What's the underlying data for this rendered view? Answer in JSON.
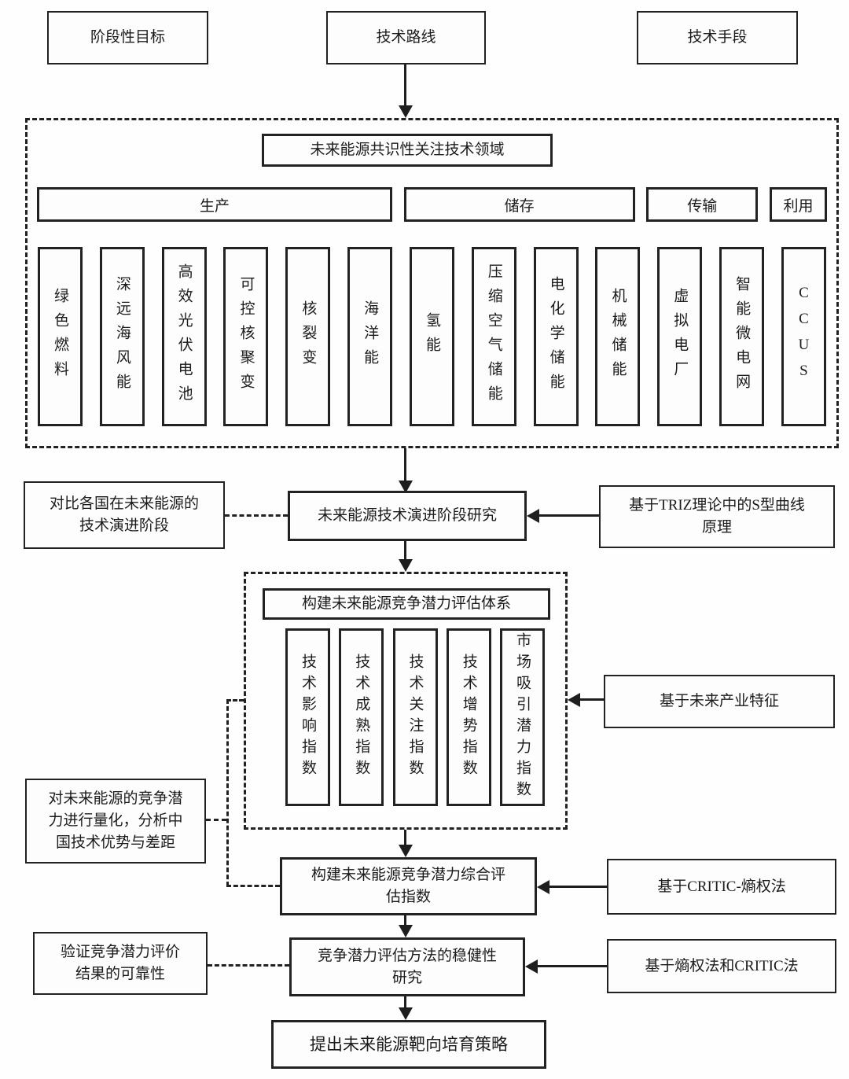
{
  "top_row": {
    "stage_goal": "阶段性目标",
    "tech_route": "技术路线",
    "tech_means": "技术手段"
  },
  "consensus": {
    "title": "未来能源共识性关注技术领域",
    "categories": [
      "生产",
      "储存",
      "传输",
      "利用"
    ],
    "columns": [
      "绿色燃料",
      "深远海风能",
      "高效光伏电池",
      "可控核聚变",
      "核裂变",
      "海洋能",
      "氢能",
      "压缩空气储能",
      "电化学储能",
      "机械储能",
      "虚拟电厂",
      "智能微电网",
      "CCUS"
    ]
  },
  "evolution": {
    "note_lines": [
      "对比各国在未来能源的",
      "技术演进阶段"
    ],
    "study": "未来能源技术演进阶段研究",
    "basis_lines": [
      "基于TRIZ理论中的S型曲线",
      "原理"
    ]
  },
  "evaluation": {
    "title": "构建未来能源竞争潜力评估体系",
    "indices": [
      "技术影响指数",
      "技术成熟指数",
      "技术关注指数",
      "技术增势指数",
      "市场吸引潜力指数"
    ],
    "basis": "基于未来产业特征",
    "note_lines": [
      "对未来能源的竞争潜",
      "力进行量化，分析中",
      "国技术优势与差距"
    ]
  },
  "composite": {
    "title_lines": [
      "构建未来能源竞争潜力综合评",
      "估指数"
    ],
    "basis": "基于CRITIC-熵权法"
  },
  "robustness": {
    "title_lines": [
      "竞争潜力评估方法的稳健性",
      "研究"
    ],
    "note_lines": [
      "验证竞争潜力评价",
      "结果的可靠性"
    ],
    "basis": "基于熵权法和CRITIC法"
  },
  "strategy": {
    "title": "提出未来能源靶向培育策略"
  },
  "colors": {
    "line": "#222222",
    "box_fill": "#fdfdfd",
    "background": "#fefefe"
  }
}
